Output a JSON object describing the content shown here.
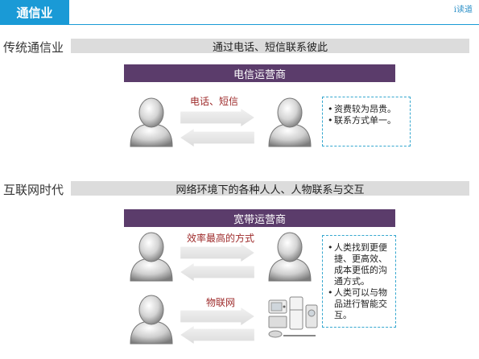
{
  "header": {
    "tag": "通信业",
    "brand": "i读道"
  },
  "section1": {
    "title": "传统通信业",
    "banner": "通过电话、短信联系彼此",
    "operator": "电信运营商",
    "arrow_label": "电话、短信",
    "notes": [
      "资费较为昂贵。",
      "联系方式单一。"
    ]
  },
  "section2": {
    "title": "互联网时代",
    "banner": "网络环境下的各种人人、人物联系与交互",
    "operator": "宽带运营商",
    "arrow_label_1": "效率最高的方式",
    "arrow_label_2": "物联网",
    "notes": [
      "人类找到更便捷、更高效、成本更低的沟通方式。",
      "人类可以与物品进行智能交互。"
    ]
  },
  "icons": [
    "person-icon",
    "appliance-icon"
  ],
  "colors": {
    "accent": "#1a9ad6",
    "banner": "#dcdcdc",
    "operator": "#5b3c6b",
    "label": "#9e2b2b",
    "dashed": "#35a7cf"
  }
}
